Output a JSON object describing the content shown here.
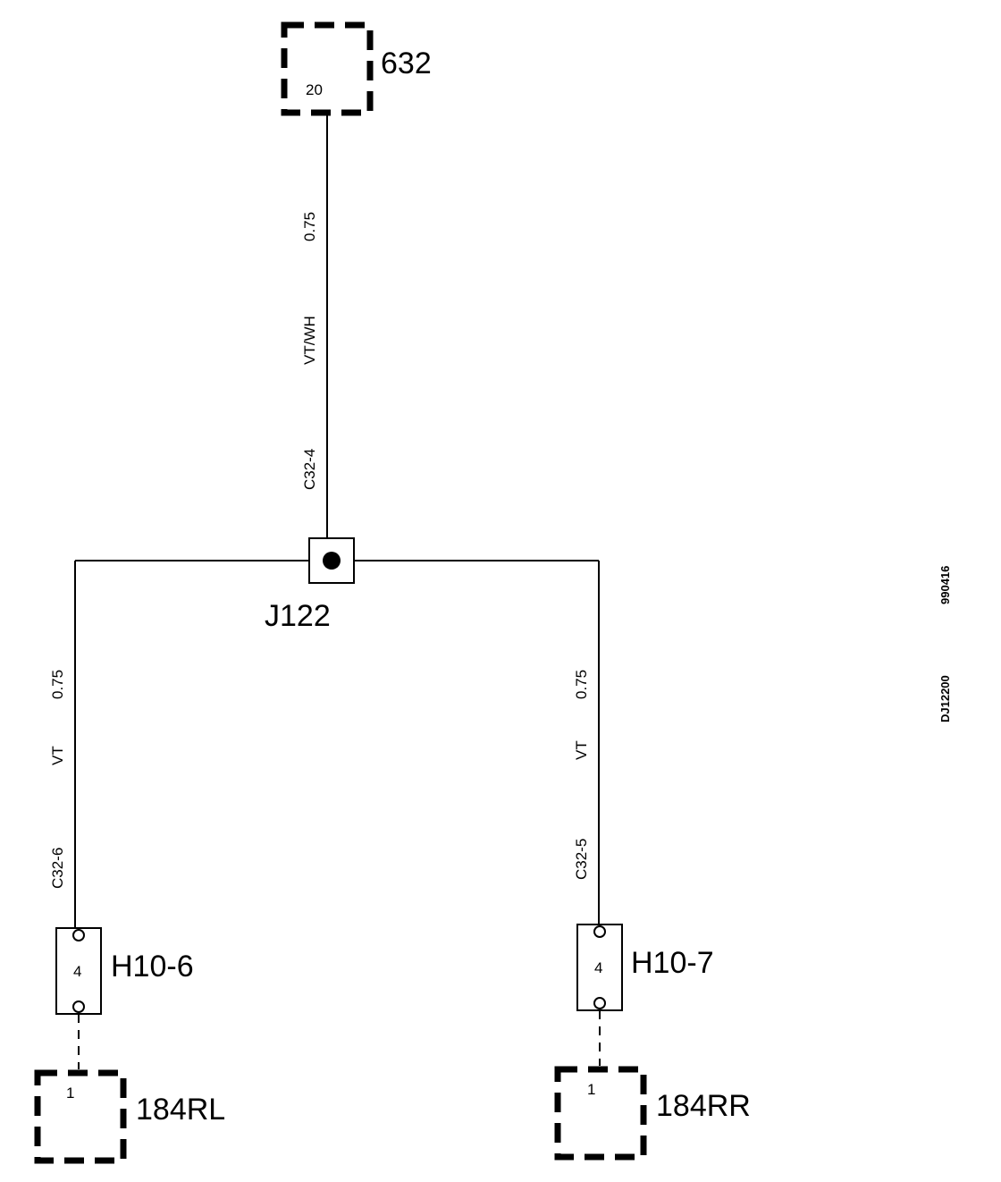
{
  "components": {
    "top": {
      "label": "632",
      "pin": "20"
    },
    "bottom_left": {
      "label": "184RL",
      "pin": "1"
    },
    "bottom_right": {
      "label": "184RR",
      "pin": "1"
    }
  },
  "connectors": {
    "left": {
      "label": "H10-6",
      "pin": "4"
    },
    "right": {
      "label": "H10-7",
      "pin": "4"
    }
  },
  "junction": {
    "label": "J122"
  },
  "wires": {
    "top": {
      "size": "0.75",
      "color": "VT/WH",
      "circuit": "C32-4"
    },
    "left": {
      "size": "0.75",
      "color": "VT",
      "circuit": "C32-6"
    },
    "right": {
      "size": "0.75",
      "color": "VT",
      "circuit": "C32-5"
    }
  },
  "codes": {
    "date": "990416",
    "drawing": "DJ12200"
  }
}
